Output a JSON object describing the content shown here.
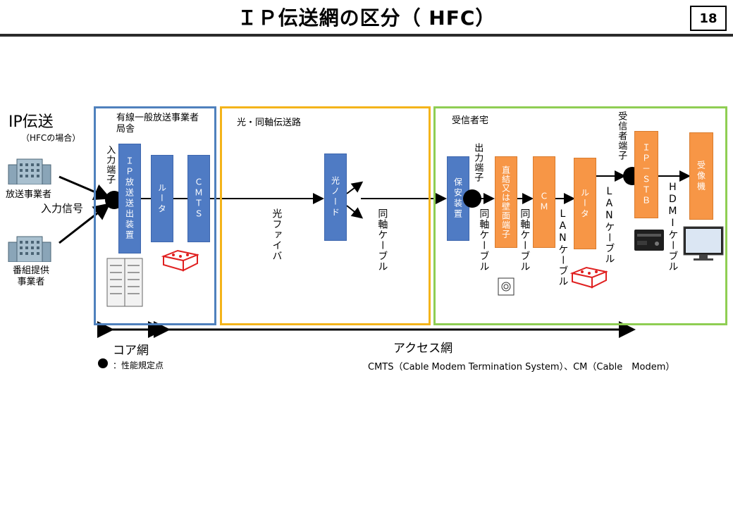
{
  "header": {
    "title": "ＩＰ伝送網の区分（ HFC）",
    "page_number": "18"
  },
  "left": {
    "heading": "IP伝送",
    "subheading": "（HFCの場合）",
    "broadcaster": "放送事業者",
    "input_signal": "入力信号",
    "program_provider": "番組提供\n事業者"
  },
  "regions": {
    "station": {
      "label": "有線一般放送事業者\n局舎",
      "input_terminal": "入力端子"
    },
    "transmission": {
      "label": "光・同軸伝送路",
      "fiber": "光ファイバ",
      "coax": "同軸ケーブル"
    },
    "subscriber": {
      "label": "受信者宅",
      "output_terminal": "出力端子",
      "coax1": "同軸ケーブル",
      "coax2": "同軸ケーブル",
      "lan1": "LANケーブル",
      "lan2": "LANケーブル",
      "receiver_terminal": "受信者端子",
      "hdmi": "HDMIケーブル"
    }
  },
  "devices": {
    "ip_sender": "ＩＰ放送送出装置",
    "router1": "ルータ",
    "cmts": "ＣＭＴＳ",
    "optical_node": "光ノード",
    "protector": "保安装置",
    "wall_terminal": "直結又は壁面端子",
    "cm": "ＣＭ",
    "router2": "ルータ",
    "ip_stb": "ＩＰ－ＳＴＢ",
    "receiver": "受像機"
  },
  "networks": {
    "core": "コア網",
    "access": "アクセス網"
  },
  "legend": {
    "perf_point": "：性能規定点",
    "note": "CMTS（Cable Modem Termination System）、CM（Cable　Modem）"
  },
  "colors": {
    "station_border": "#4f81bd",
    "transmission_border": "#f4b41a",
    "subscriber_border": "#8fce53",
    "blue_device": "#4f7bc4",
    "orange_device": "#f79646"
  }
}
